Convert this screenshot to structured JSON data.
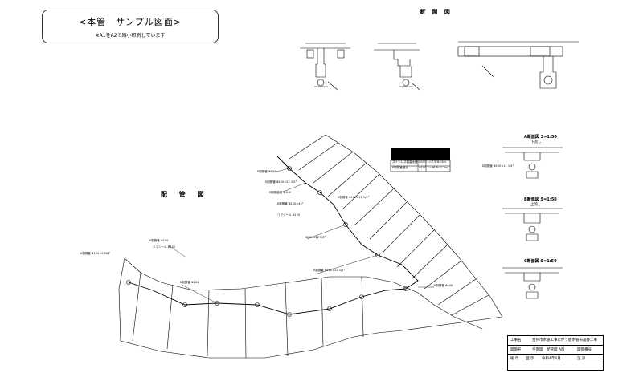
{
  "sample_box": {
    "title": "<本管　サンプル図面>",
    "note": "※A1をA2で縮小印刷しています"
  },
  "headings": {
    "section_views": "断 面 図",
    "piping_plan": "配 管 図",
    "section_a": "A断面図 S=1:50",
    "section_b": "B断面図 S=1:50",
    "section_c": "C断面図 S=1:50",
    "section_a_sub": "下流し",
    "section_b_sub": "上流し"
  },
  "pipe_labels": [
    "K制御管 Φ100",
    "K制御管 Φ100×22 1/2°",
    "K制御曲管 Φ100",
    "K制御管 Φ100×45°",
    "リブシール Φ150",
    "K制御管 Φ100×11 1/4°",
    "Φ100×22 1/2°",
    "K制御管 Φ100",
    "リブシール Φ150",
    "K制御管 Φ100×5 5/8°",
    "K制御管 Φ100",
    "K制御管 Φ100×22 1/2°",
    "K制御管 Φ100",
    "K制御管 Φ100×11 1/4°"
  ],
  "legend": {
    "rows": [
      {
        "a": "ステンレス製量水器",
        "b": "Φ100",
        "c": "L=7.5 N=2m"
      },
      {
        "a": "K制御管継手",
        "b": "Φ100",
        "c": "L=46 R=1.7m"
      }
    ]
  },
  "title_block": {
    "project_label": "工事名",
    "project_value": "台州市水道工事に伴う給水管布設替工事",
    "drawing_label": "図面名",
    "drawing_value": "平面図　配管図 A版",
    "no_label": "図面番号",
    "scale_label": "縮 尺",
    "scale_value": "図 示",
    "date_label": "令和4年6月",
    "approve_label": "設 計"
  }
}
